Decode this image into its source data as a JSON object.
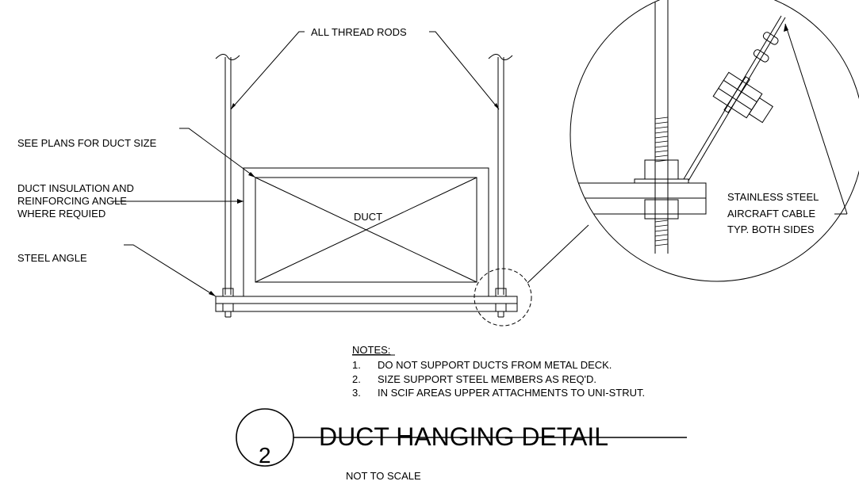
{
  "labels": {
    "thread_rods": "ALL THREAD RODS",
    "duct_size": "SEE PLANS FOR DUCT SIZE",
    "insulation_1": "DUCT INSULATION AND",
    "insulation_2": "REINFORCING ANGLE",
    "insulation_3": "WHERE REQUIED",
    "steel_angle": "STEEL ANGLE",
    "duct": "DUCT",
    "cable_1": "STAINLESS STEEL",
    "cable_2": "AIRCRAFT CABLE",
    "cable_3": "TYP. BOTH SIDES"
  },
  "notes": {
    "heading": "NOTES:",
    "items": [
      {
        "num": "1.",
        "text": "DO NOT SUPPORT DUCTS FROM METAL DECK."
      },
      {
        "num": "2.",
        "text": "SIZE SUPPORT STEEL MEMBERS AS REQ'D."
      },
      {
        "num": "3.",
        "text": "IN SCIF AREAS UPPER ATTACHMENTS TO UNI-STRUT."
      }
    ]
  },
  "title": {
    "detail_number": "2",
    "text": "DUCT HANGING DETAIL",
    "scale": "NOT TO SCALE"
  }
}
